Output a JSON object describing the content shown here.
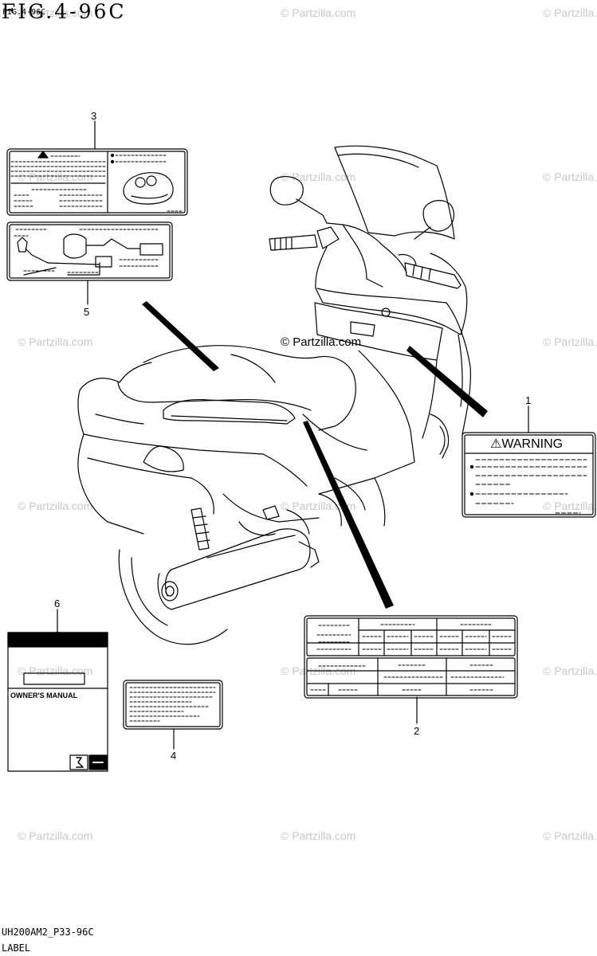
{
  "figure": {
    "title": "FIG.4-96C",
    "subtitle": "FIG.4-96C",
    "footer_code": "UH200AM2_P33-96C",
    "footer_label": "LABEL"
  },
  "watermark": {
    "text": "© Partzilla.com"
  },
  "copyright": "© Partzilla.com",
  "callouts": {
    "c1": "1",
    "c2": "2",
    "c3": "3",
    "c4": "4",
    "c5": "5",
    "c6": "6"
  },
  "labels": {
    "warning_heading": "⚠WARNING",
    "owners_manual_title": "OWNER'S MANUAL"
  }
}
